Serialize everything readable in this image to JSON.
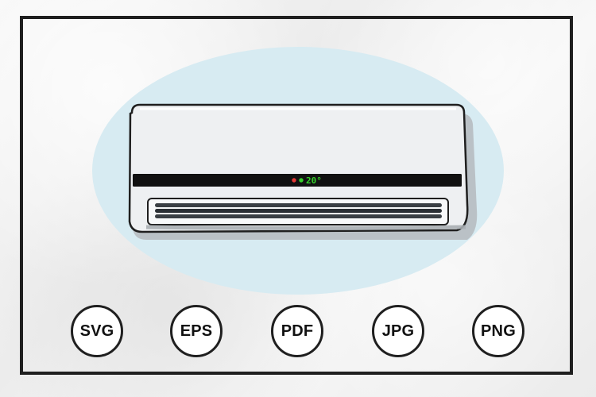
{
  "formats": [
    {
      "label": "SVG"
    },
    {
      "label": "EPS"
    },
    {
      "label": "PDF"
    },
    {
      "label": "JPG"
    },
    {
      "label": "PNG"
    }
  ],
  "display": {
    "temperature": "20°"
  },
  "colors": {
    "background": "#f1f1f1",
    "frame": "#1f1f1f",
    "oval": "#d7ebf2",
    "unit_body": "#eef0f2",
    "unit_shadow": "#b7bcc1",
    "black_strip": "#111111",
    "display_red": "#e53935",
    "display_green": "#35d12a",
    "badge_fill": "#ffffff"
  },
  "icons": [
    "air-conditioner-icon"
  ]
}
